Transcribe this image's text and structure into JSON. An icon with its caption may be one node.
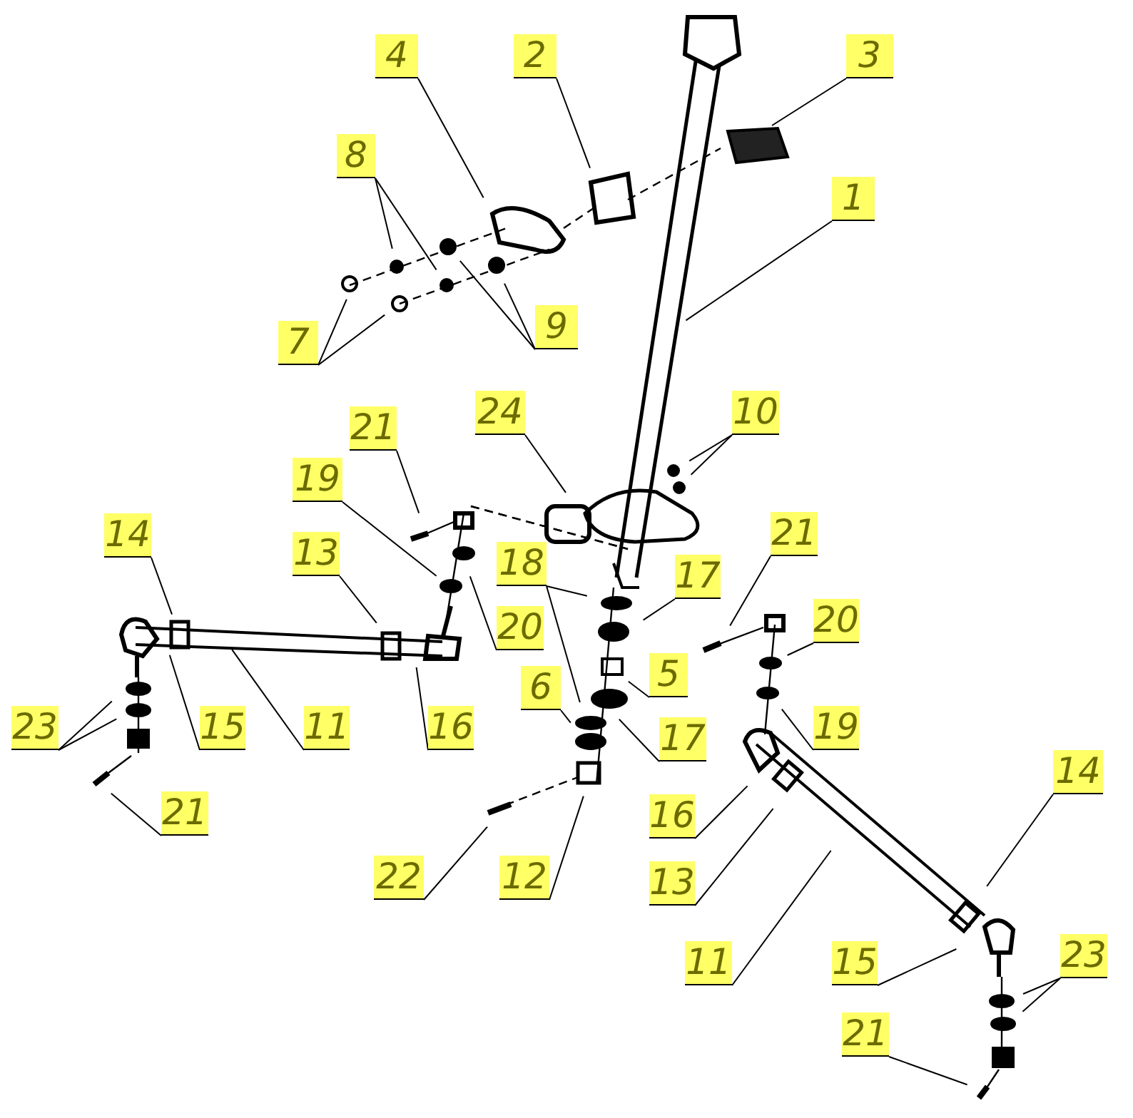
{
  "diagram": {
    "nodes": [
      {
        "text": [
          "4"
        ]
      },
      {
        "text": [
          "2"
        ]
      },
      {
        "text": [
          "3"
        ]
      },
      {
        "text": [
          "1"
        ]
      },
      {
        "text": [
          "8"
        ]
      },
      {
        "text": [
          "9"
        ]
      },
      {
        "text": [
          "7"
        ]
      },
      {
        "text": [
          "21"
        ]
      },
      {
        "text": [
          "24"
        ]
      },
      {
        "text": [
          "10"
        ]
      },
      {
        "text": [
          "19"
        ]
      },
      {
        "text": [
          "14"
        ]
      },
      {
        "text": [
          "13"
        ]
      },
      {
        "text": [
          "18"
        ]
      },
      {
        "text": [
          "17"
        ]
      },
      {
        "text": [
          "21"
        ]
      },
      {
        "text": [
          "20"
        ]
      },
      {
        "text": [
          "5"
        ]
      },
      {
        "text": [
          "20"
        ]
      },
      {
        "text": [
          "6"
        ]
      },
      {
        "text": [
          "17"
        ]
      },
      {
        "text": [
          "19"
        ]
      },
      {
        "text": [
          "23"
        ]
      },
      {
        "text": [
          "15"
        ]
      },
      {
        "text": [
          "11"
        ]
      },
      {
        "text": [
          "16"
        ]
      },
      {
        "text": [
          "21"
        ]
      },
      {
        "text": [
          "16"
        ]
      },
      {
        "text": [
          "22"
        ]
      },
      {
        "text": [
          "12"
        ]
      },
      {
        "text": [
          "13"
        ]
      },
      {
        "text": [
          "11"
        ]
      },
      {
        "text": [
          "14"
        ]
      },
      {
        "text": [
          "15"
        ]
      },
      {
        "text": [
          "23"
        ]
      },
      {
        "text": [
          "21"
        ]
      }
    ],
    "edges": [
      {
        "from": 0,
        "to": null,
        "arrow": "none"
      },
      {
        "from": 1,
        "to": null,
        "arrow": "none"
      },
      {
        "from": 2,
        "to": null,
        "arrow": "none"
      },
      {
        "from": 3,
        "to": null,
        "arrow": "none"
      },
      {
        "from": 4,
        "to": null,
        "arrow": "none"
      },
      {
        "from": 4,
        "to": null,
        "arrow": "none"
      },
      {
        "from": 5,
        "to": null,
        "arrow": "none"
      },
      {
        "from": 5,
        "to": null,
        "arrow": "none"
      },
      {
        "from": 6,
        "to": null,
        "arrow": "none"
      },
      {
        "from": 6,
        "to": null,
        "arrow": "none"
      },
      {
        "from": 7,
        "to": null,
        "arrow": "none"
      },
      {
        "from": 8,
        "to": null,
        "arrow": "none"
      },
      {
        "from": 9,
        "to": null,
        "arrow": "none"
      },
      {
        "from": 9,
        "to": null,
        "arrow": "none"
      },
      {
        "from": 10,
        "to": null,
        "arrow": "none"
      },
      {
        "from": 11,
        "to": null,
        "arrow": "none"
      },
      {
        "from": 12,
        "to": null,
        "arrow": "none"
      },
      {
        "from": 13,
        "to": null,
        "arrow": "none"
      },
      {
        "from": 13,
        "to": null,
        "arrow": "none"
      },
      {
        "from": 14,
        "to": null,
        "arrow": "none"
      },
      {
        "from": 15,
        "to": null,
        "arrow": "none"
      },
      {
        "from": 16,
        "to": null,
        "arrow": "none"
      },
      {
        "from": 17,
        "to": null,
        "arrow": "none"
      },
      {
        "from": 18,
        "to": null,
        "arrow": "none"
      },
      {
        "from": 19,
        "to": null,
        "arrow": "none"
      },
      {
        "from": 20,
        "to": null,
        "arrow": "none"
      },
      {
        "from": 21,
        "to": null,
        "arrow": "none"
      },
      {
        "from": 22,
        "to": null,
        "arrow": "none"
      },
      {
        "from": 22,
        "to": null,
        "arrow": "none"
      },
      {
        "from": 23,
        "to": null,
        "arrow": "none"
      },
      {
        "from": 24,
        "to": null,
        "arrow": "none"
      },
      {
        "from": 25,
        "to": null,
        "arrow": "none"
      },
      {
        "from": 26,
        "to": null,
        "arrow": "none"
      },
      {
        "from": 27,
        "to": null,
        "arrow": "none"
      },
      {
        "from": 28,
        "to": null,
        "arrow": "none"
      },
      {
        "from": 29,
        "to": null,
        "arrow": "none"
      },
      {
        "from": 30,
        "to": null,
        "arrow": "none"
      },
      {
        "from": 31,
        "to": null,
        "arrow": "none"
      },
      {
        "from": 32,
        "to": null,
        "arrow": "none"
      },
      {
        "from": 33,
        "to": null,
        "arrow": "none"
      },
      {
        "from": 34,
        "to": null,
        "arrow": "none"
      },
      {
        "from": 34,
        "to": null,
        "arrow": "none"
      },
      {
        "from": 35,
        "to": null,
        "arrow": "none"
      }
    ]
  }
}
